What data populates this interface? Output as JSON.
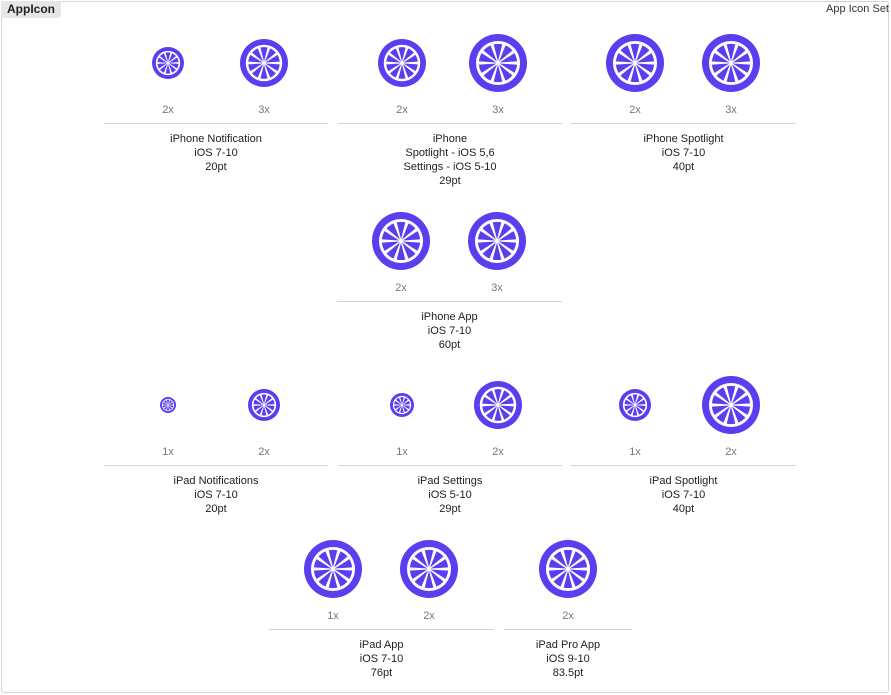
{
  "header": {
    "tag": "AppIcon",
    "set_label": "App Icon Set"
  },
  "colors": {
    "icon": "#5a3ff0",
    "divider": "#d4d4d4",
    "scale_text": "#777777"
  },
  "icon_name": "lime-slice-icon",
  "groups": [
    {
      "lines": [
        "iPhone Notification",
        "iOS 7-10",
        "20pt"
      ],
      "slots": [
        {
          "scale": "2x"
        },
        {
          "scale": "3x"
        }
      ]
    },
    {
      "lines": [
        "iPhone",
        "Spotlight - iOS 5,6",
        "Settings - iOS 5-10",
        "29pt"
      ],
      "slots": [
        {
          "scale": "2x"
        },
        {
          "scale": "3x"
        }
      ]
    },
    {
      "lines": [
        "iPhone Spotlight",
        "iOS 7-10",
        "40pt"
      ],
      "slots": [
        {
          "scale": "2x"
        },
        {
          "scale": "3x"
        }
      ]
    },
    {
      "lines": [
        "iPhone App",
        "iOS 7-10",
        "60pt"
      ],
      "slots": [
        {
          "scale": "2x"
        },
        {
          "scale": "3x"
        }
      ]
    },
    {
      "lines": [
        "iPad Notifications",
        "iOS 7-10",
        "20pt"
      ],
      "slots": [
        {
          "scale": "1x"
        },
        {
          "scale": "2x"
        }
      ]
    },
    {
      "lines": [
        "iPad Settings",
        "iOS 5-10",
        "29pt"
      ],
      "slots": [
        {
          "scale": "1x"
        },
        {
          "scale": "2x"
        }
      ]
    },
    {
      "lines": [
        "iPad Spotlight",
        "iOS 7-10",
        "40pt"
      ],
      "slots": [
        {
          "scale": "1x"
        },
        {
          "scale": "2x"
        }
      ]
    },
    {
      "lines": [
        "iPad App",
        "iOS 7-10",
        "76pt"
      ],
      "slots": [
        {
          "scale": "1x"
        },
        {
          "scale": "2x"
        }
      ]
    },
    {
      "lines": [
        "iPad Pro App",
        "iOS 9-10",
        "83.5pt"
      ],
      "slots": [
        {
          "scale": "2x"
        }
      ]
    }
  ]
}
